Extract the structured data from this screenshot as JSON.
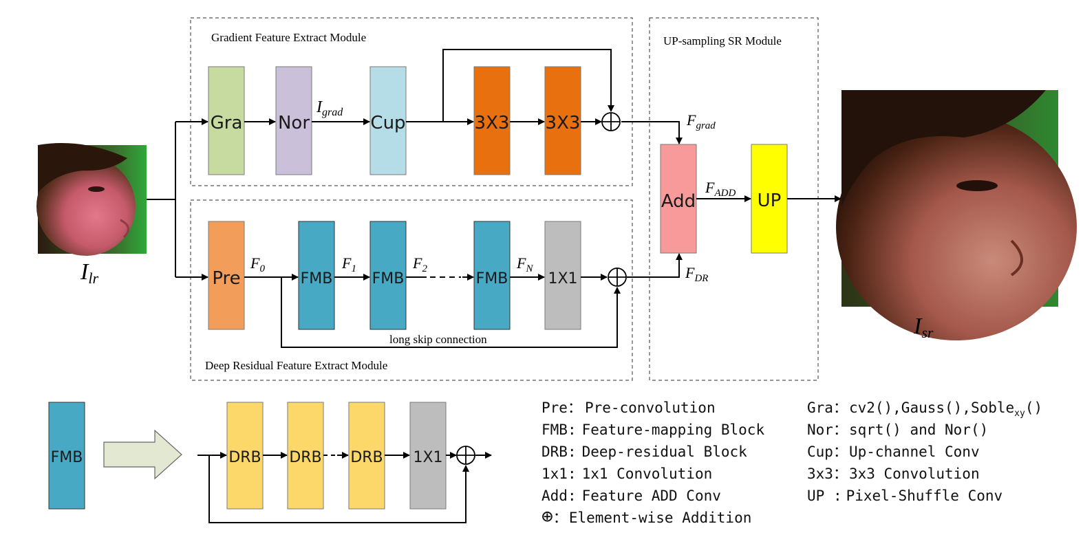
{
  "colors": {
    "gra": "#c7dba0",
    "nor": "#cbc0da",
    "cup": "#b5dde7",
    "conv3": "#e8700f",
    "pre": "#f39d5a",
    "fmb": "#48a9c4",
    "conv1": "#bdbdbd",
    "add": "#f99a9a",
    "up": "#ffff00",
    "drb": "#fbd869",
    "big_arrow": "#e2e8d2",
    "line": "#000000"
  },
  "modules": {
    "gradient_title": "Gradient Feature Extract Module",
    "residual_title": "Deep Residual Feature Extract Module",
    "upsampling_title": "UP-sampling SR Module"
  },
  "blocks": {
    "gra": "Gra",
    "nor": "Nor",
    "cup": "Cup",
    "conv3_a": "3X3",
    "conv3_b": "3X3",
    "pre": "Pre",
    "fmb_1": "FMB",
    "fmb_2": "FMB",
    "fmb_n": "FMB",
    "conv1": "1X1",
    "add": "Add",
    "up": "UP",
    "fmb_detail": "FMB",
    "drb_1": "DRB",
    "drb_2": "DRB",
    "drb_3": "DRB",
    "conv1_detail": "1X1"
  },
  "variables": {
    "i_lr": {
      "base": "I",
      "sub": "lr"
    },
    "i_sr": {
      "base": "I",
      "sub": "sr"
    },
    "i_grad": {
      "base": "I",
      "sub": "grad"
    },
    "f_0": {
      "base": "F",
      "sub": "0"
    },
    "f_1": {
      "base": "F",
      "sub": "1"
    },
    "f_2": {
      "base": "F",
      "sub": "2"
    },
    "f_n": {
      "base": "F",
      "sub": "N"
    },
    "f_grad": {
      "base": "F",
      "sub": "grad"
    },
    "f_dr": {
      "base": "F",
      "sub": "DR"
    },
    "f_add": {
      "base": "F",
      "sub": "ADD"
    }
  },
  "skip_label": "long skip connection",
  "images": {
    "input_alt": "low-resolution face",
    "output_alt": "super-resolved face"
  },
  "legend": {
    "left": [
      {
        "key": "Pre",
        "sep": "：",
        "text": "Pre-convolution"
      },
      {
        "key": "FMB",
        "sep": ":",
        "text": "Feature-mapping Block"
      },
      {
        "key": "DRB",
        "sep": ":",
        "text": "Deep-residual Block"
      },
      {
        "key": "1x1",
        "sep": ":",
        "text": "1x1 Convolution"
      },
      {
        "key": "Add",
        "sep": ":",
        "text": "Feature ADD Conv"
      },
      {
        "key": "⊕",
        "sep": "：",
        "text": "Element-wise Addition"
      }
    ],
    "right": [
      {
        "key": "Gra",
        "sep": "：",
        "text": "cv2(),Gauss(),Soble",
        "sub": "xy",
        "tail": "()"
      },
      {
        "key": "Nor",
        "sep": "：",
        "text": "sqrt() and Nor()"
      },
      {
        "key": "Cup",
        "sep": "：",
        "text": "Up-channel Conv"
      },
      {
        "key": "3x3",
        "sep": "：",
        "text": "3x3 Convolution"
      },
      {
        "key": "UP",
        "sep": " :",
        "text": "Pixel-Shuffle Conv"
      }
    ]
  }
}
